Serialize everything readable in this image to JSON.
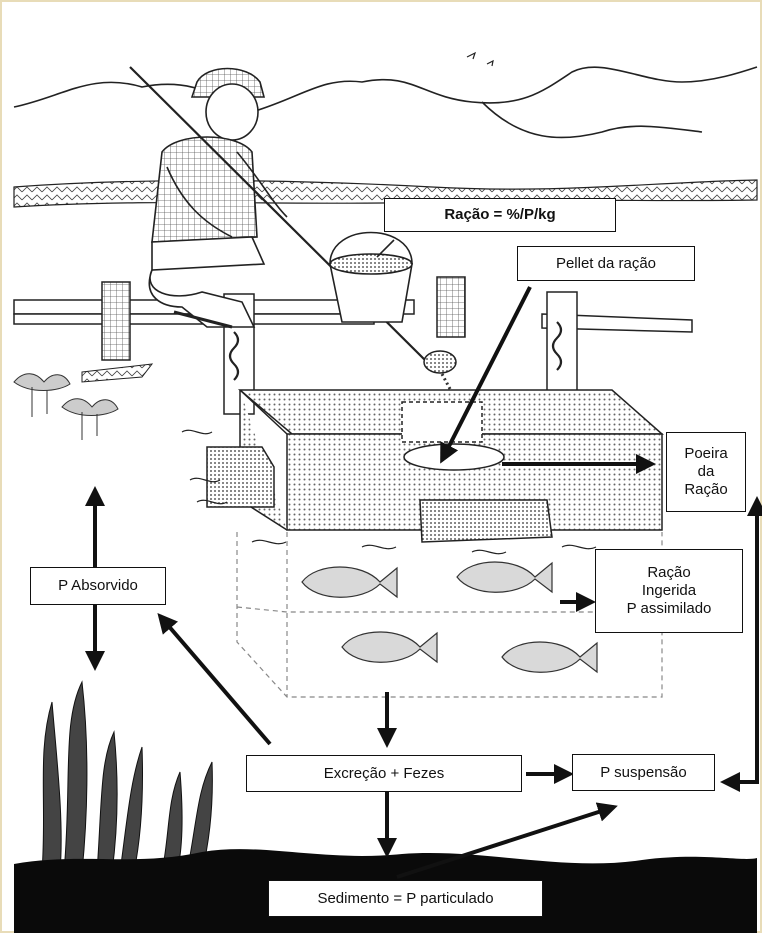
{
  "labels": {
    "racao": "Ração = %/P/kg",
    "pellet": "Pellet da ração",
    "poeira": "Poeira\nda\nRação",
    "ingerida": "Ração\nIngerida\nP assimilado",
    "absorvido": "P Absorvido",
    "excrecao": "Excreção + Fezes",
    "suspensao": "P suspensão",
    "sedimento": "Sedimento = P particulado"
  },
  "colors": {
    "ink": "#111111",
    "frame": "#e8dcb8",
    "fish": "#d9d9d9",
    "sediment": "#0a0a0a"
  }
}
